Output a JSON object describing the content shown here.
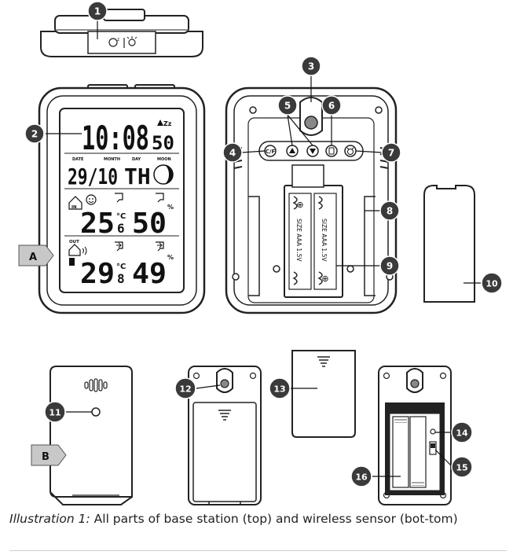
{
  "figure": {
    "caption_lead": "Illustration 1:",
    "caption_text": " All parts of base station (top) and wireless sensor (bot-tom)"
  },
  "display": {
    "time": "10:08",
    "seconds": "50",
    "date": "29/10",
    "weekday": "TH",
    "date_label": "DATE",
    "month_label": "MONTH",
    "day_label": "DAY",
    "moon_label": "MOON",
    "in_label": "IN",
    "out_label": "OUT",
    "indoor_temp": "25",
    "indoor_temp_dec": "6",
    "indoor_hum": "50",
    "outdoor_temp": "29",
    "outdoor_temp_dec": "8",
    "outdoor_hum": "49",
    "temp_unit": "°C",
    "hum_unit": "%",
    "snooze": "Zz"
  },
  "battery": {
    "spec_1": "SIZE AAA 1.5V",
    "spec_2": "SIZE AAA 1.5V",
    "plus": "⊕"
  },
  "callouts": [
    "1",
    "2",
    "3",
    "4",
    "5",
    "6",
    "7",
    "8",
    "9",
    "10",
    "11",
    "12",
    "13",
    "14",
    "15",
    "16"
  ],
  "side_tags": [
    "A",
    "B"
  ],
  "icons": [
    "light-snooze-icon",
    "up-arrow-icon",
    "down-arrow-icon",
    "alarm-icon",
    "moon-phase-icon",
    "smiley-icon",
    "home-icon"
  ]
}
